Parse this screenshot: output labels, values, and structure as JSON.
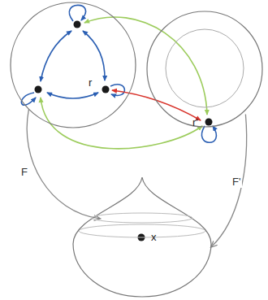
{
  "diagram": {
    "nodes": [
      {
        "text": [
          "r"
        ]
      },
      {
        "text": [
          "r'"
        ]
      },
      {
        "text": [
          "x"
        ]
      }
    ],
    "edges": [
      {
        "from": 0,
        "to": 2,
        "arrow": "to",
        "label": "F"
      },
      {
        "from": 1,
        "to": 2,
        "arrow": "to",
        "label": "F'"
      }
    ]
  }
}
